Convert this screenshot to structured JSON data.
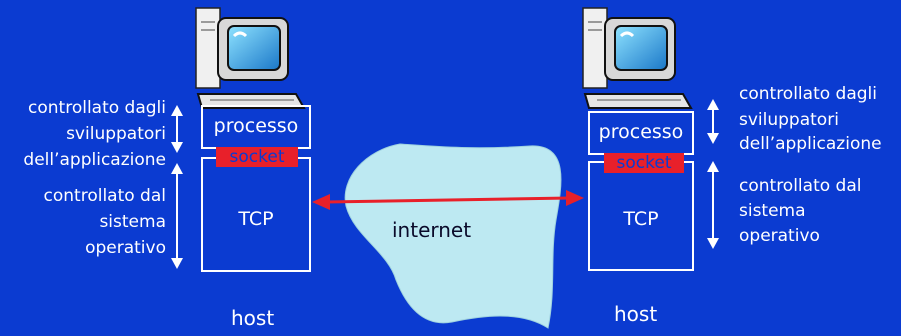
{
  "colors": {
    "background": "#0b3bd1",
    "socket": "#e8202a",
    "arrow": "#e8202a",
    "cloud": "#bde9f2"
  },
  "left_host": {
    "process_label": "processo",
    "socket_label": "socket",
    "transport_label": "TCP",
    "annotation_app": [
      "controllato dagli",
      "sviluppatori",
      "dell’applicazione"
    ],
    "annotation_os": [
      "controllato dal",
      "sistema",
      "operativo"
    ],
    "host_label": "host"
  },
  "right_host": {
    "process_label": "processo",
    "socket_label": "socket",
    "transport_label": "TCP",
    "annotation_app": [
      "controllato dagli",
      "sviluppatori",
      "dell’applicazione"
    ],
    "annotation_os": [
      "controllato dal",
      "sistema",
      "operativo"
    ],
    "host_label": "host"
  },
  "network": {
    "label": "internet"
  },
  "icons": {
    "computer": "computer-icon",
    "cloud": "cloud-shape",
    "arrow": "double-arrow"
  }
}
